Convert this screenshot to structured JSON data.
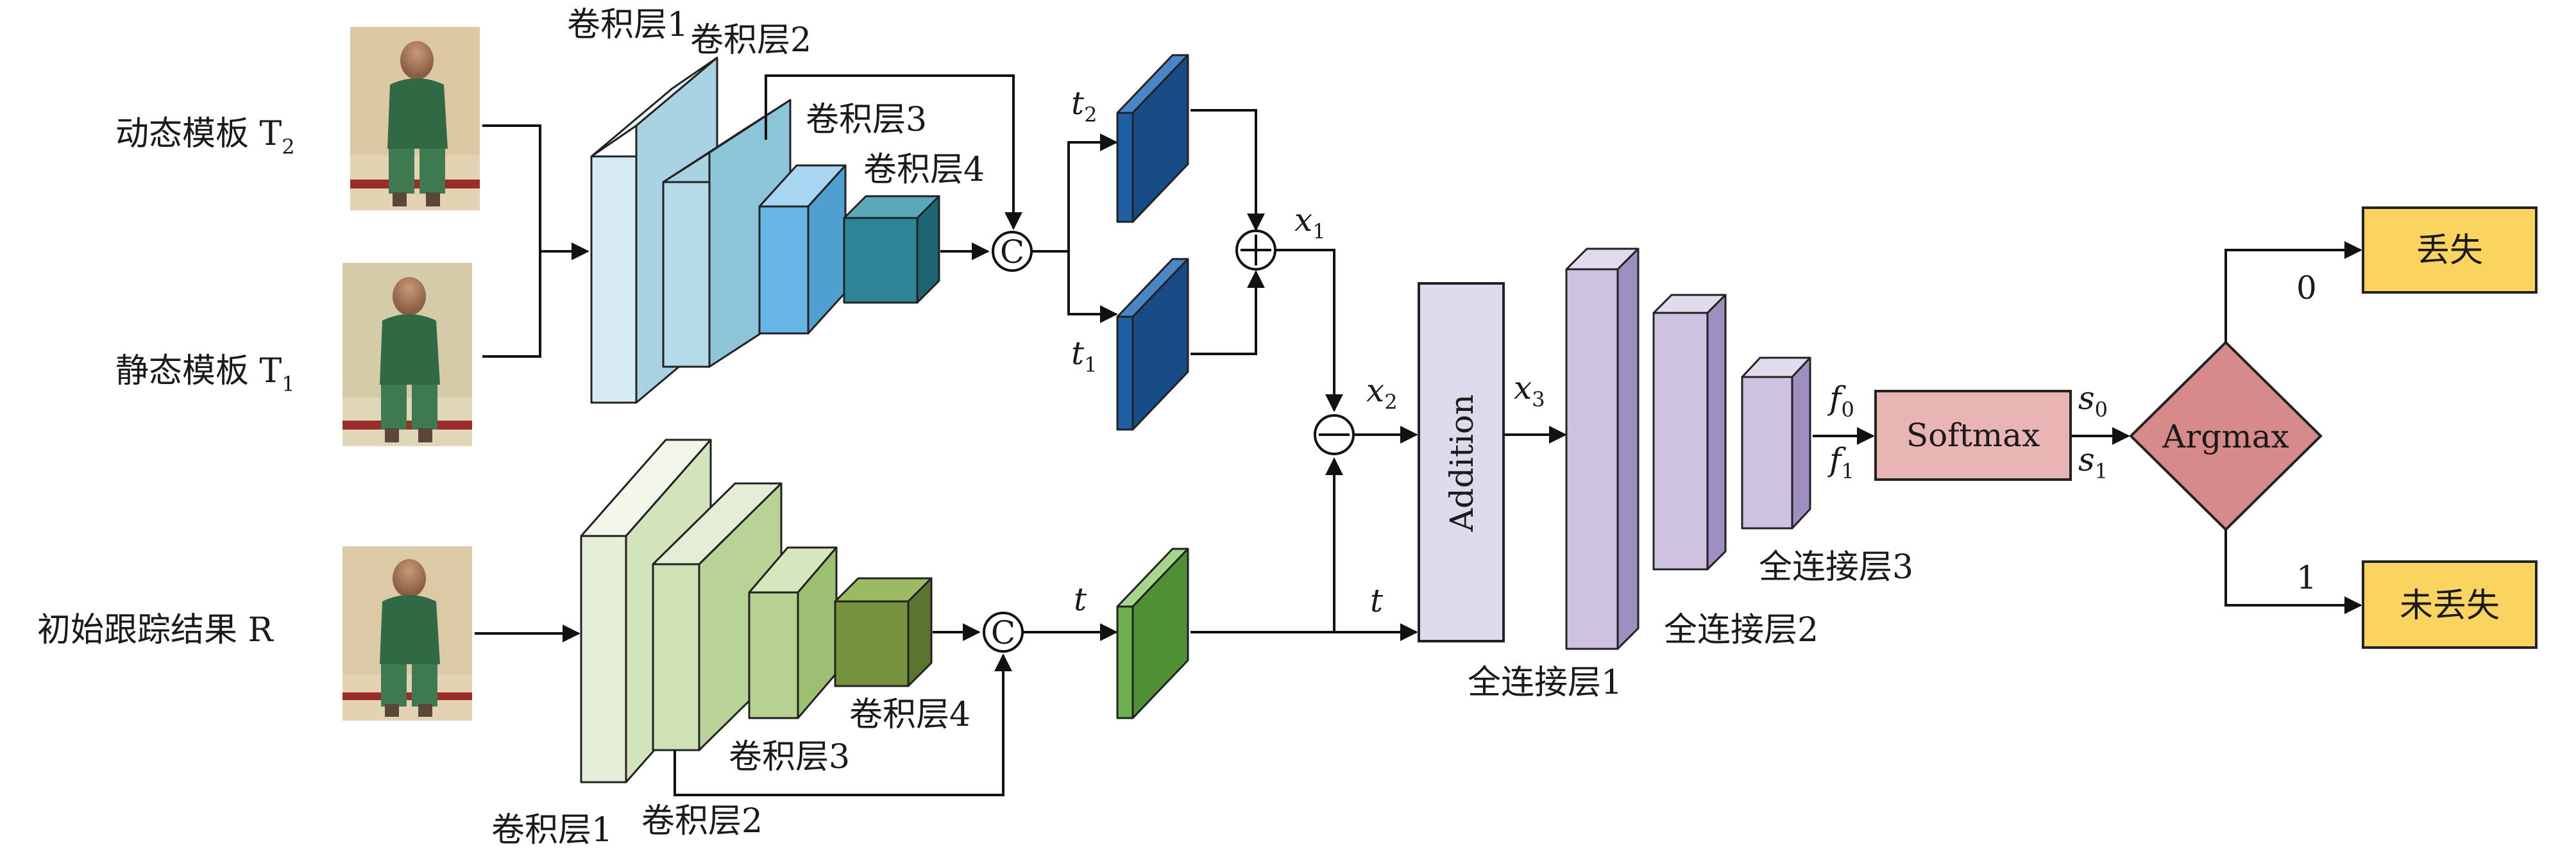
{
  "inputs": {
    "dynamic_template": "动态模板 T",
    "dynamic_template_sub": "2",
    "static_template": "静态模板 T",
    "static_template_sub": "1",
    "initial_result": "初始跟踪结果 R"
  },
  "upper_branch": {
    "conv1": "卷积层1",
    "conv2": "卷积层2",
    "conv3": "卷积层3",
    "conv4": "卷积层4"
  },
  "lower_branch": {
    "conv1": "卷积层1",
    "conv2": "卷积层2",
    "conv3": "卷积层3",
    "conv4": "卷积层4"
  },
  "ops": {
    "concat": "C",
    "plus": "+",
    "minus": "−"
  },
  "variables": {
    "t2": "t",
    "t2_sub": "2",
    "t1": "t",
    "t1_sub": "1",
    "t": "t",
    "t_second": "t",
    "x1": "x",
    "x1_sub": "1",
    "x2": "x",
    "x2_sub": "2",
    "x3": "x",
    "x3_sub": "3",
    "f0": "f",
    "f0_sub": "0",
    "f1": "f",
    "f1_sub": "1",
    "s0": "s",
    "s0_sub": "0",
    "s1": "s",
    "s1_sub": "1"
  },
  "blocks": {
    "addition": "Addition",
    "fc1": "全连接层1",
    "fc2": "全连接层2",
    "fc3": "全连接层3",
    "softmax": "Softmax",
    "argmax": "Argmax"
  },
  "outputs": {
    "lost": "丢失",
    "not_lost": "未丢失",
    "branch0": "0",
    "branch1": "1"
  },
  "colors": {
    "upper_conv": [
      "#d6eaf3",
      "#b5dbe8",
      "#8fcae0",
      "#66b5e6",
      "#2d8597"
    ],
    "lower_conv": [
      "#e5efd8",
      "#cfe1b5",
      "#b6d190",
      "#76923c"
    ],
    "feature_blue": "#1f5fa6",
    "feature_green": "#6ab04c",
    "addition": "#ded9eb",
    "fc": "#cdc2e0",
    "softmax": "#e8b4b4",
    "argmax": "#d68a8a",
    "output": "#fbd460"
  }
}
